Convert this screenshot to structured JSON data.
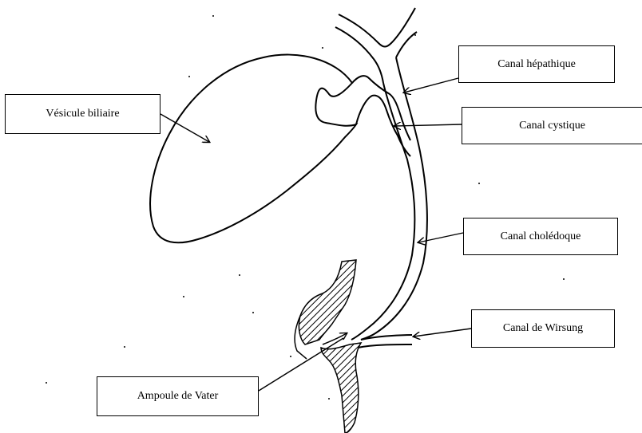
{
  "labels": {
    "vesicule_biliaire": "Vésicule biliaire",
    "canal_hepatique": "Canal hépathique",
    "canal_cystique": "Canal cystique",
    "canal_choledoque": "Canal cholédoque",
    "canal_wirsung": "Canal de Wirsung",
    "ampoule_vater": "Ampoule de Vater"
  },
  "colors": {
    "ink": "#000000",
    "background": "#ffffff"
  }
}
